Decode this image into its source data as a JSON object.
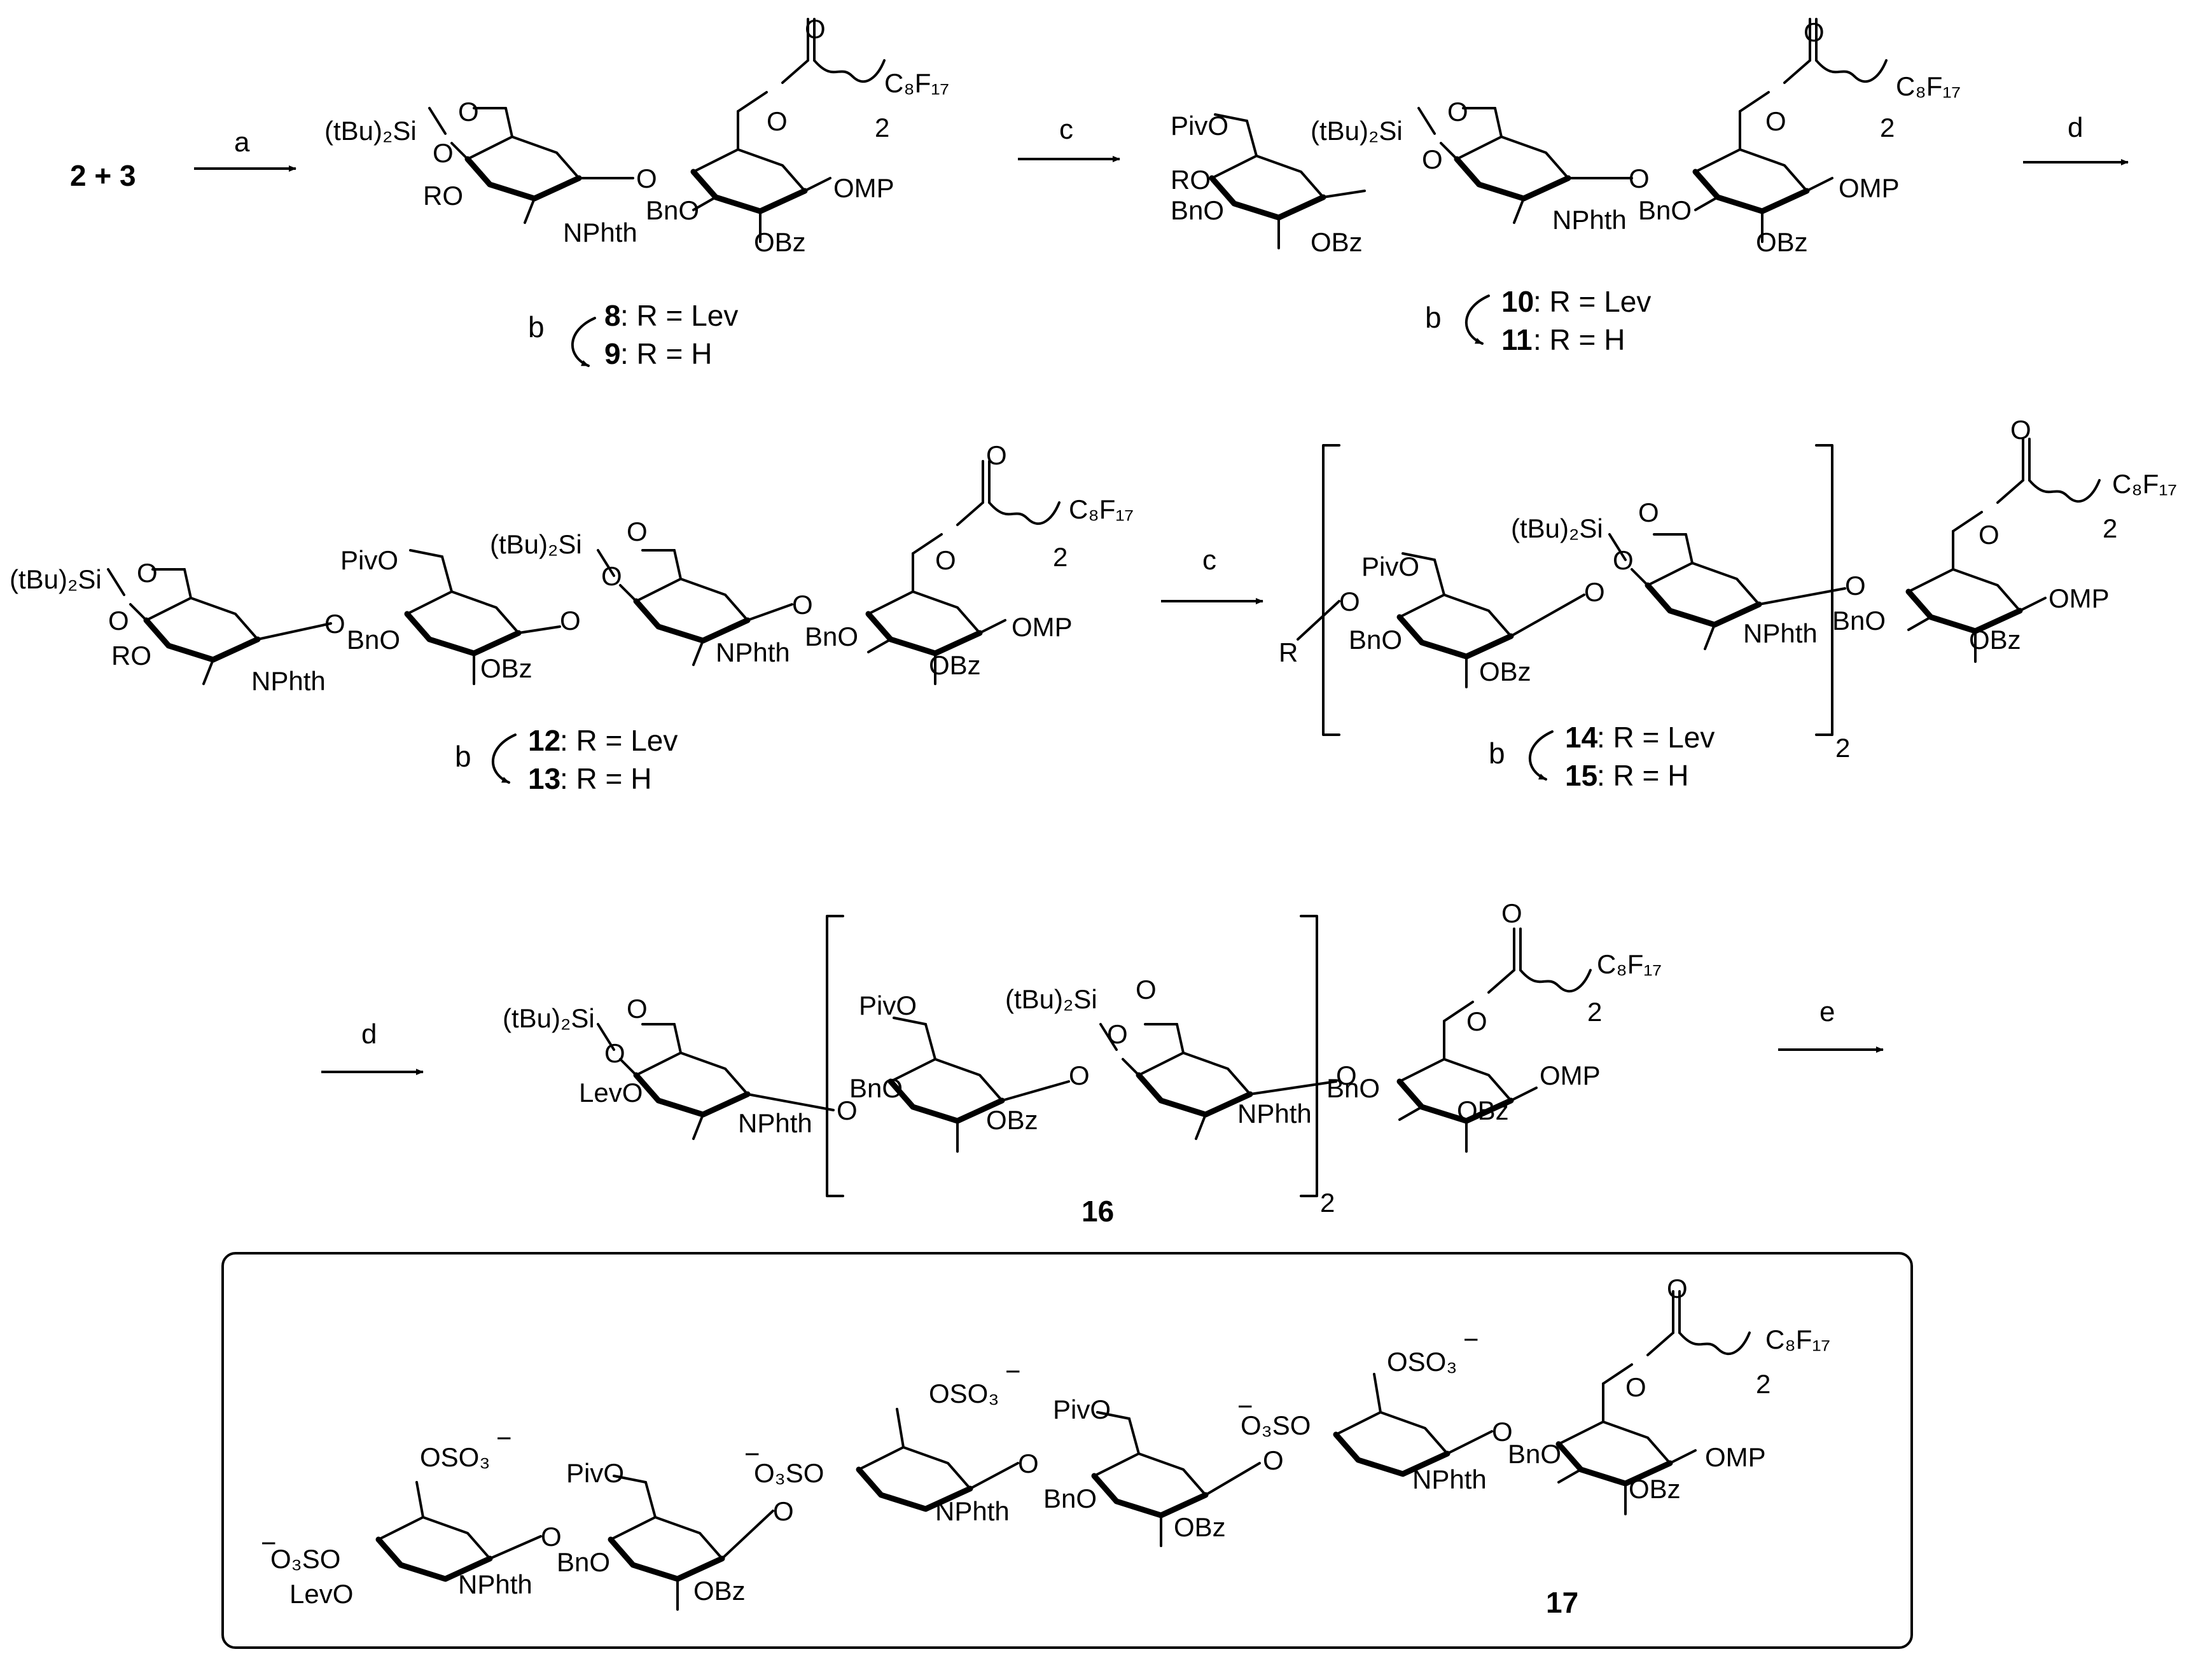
{
  "step1": {
    "reactants": "2 + 3",
    "reagent": "a"
  },
  "cpd8_9": {
    "deprot_reagent": "b",
    "a_num": "8",
    "a_text": ": R = Lev",
    "b_num": "9",
    "b_text": ": R = H"
  },
  "step2": {
    "reagent": "c"
  },
  "cpd10_11": {
    "deprot_reagent": "b",
    "a_num": "10",
    "a_text": ": R = Lev",
    "b_num": "11",
    "b_text": ": R = H"
  },
  "step3": {
    "reagent": "d"
  },
  "cpd12_13": {
    "deprot_reagent": "b",
    "a_num": "12",
    "a_text": ": R = Lev",
    "b_num": "13",
    "b_text": ": R = H"
  },
  "step4": {
    "reagent": "c"
  },
  "cpd14_15": {
    "deprot_reagent": "b",
    "a_num": "14",
    "a_text": ": R = Lev",
    "b_num": "15",
    "b_text": ": R = H",
    "repeat": "2"
  },
  "step5": {
    "reagent": "d"
  },
  "cpd16": {
    "num": "16",
    "repeat": "2"
  },
  "step6": {
    "reagent": "e"
  },
  "cpd17": {
    "num": "17"
  },
  "labels": {
    "tbu_si": "(tBu)₂Si",
    "o": "O",
    "ro": "RO",
    "levo": "LevO",
    "bno": "BnO",
    "nphth": "NPhth",
    "obz": "OBz",
    "omp": "OMP",
    "pivo": "PivO",
    "r": "R",
    "chain_sub": "2",
    "c8f17": "C₈F₁₇",
    "oso3": "OSO₃",
    "o3so": "O₃SO",
    "minus": "−"
  }
}
